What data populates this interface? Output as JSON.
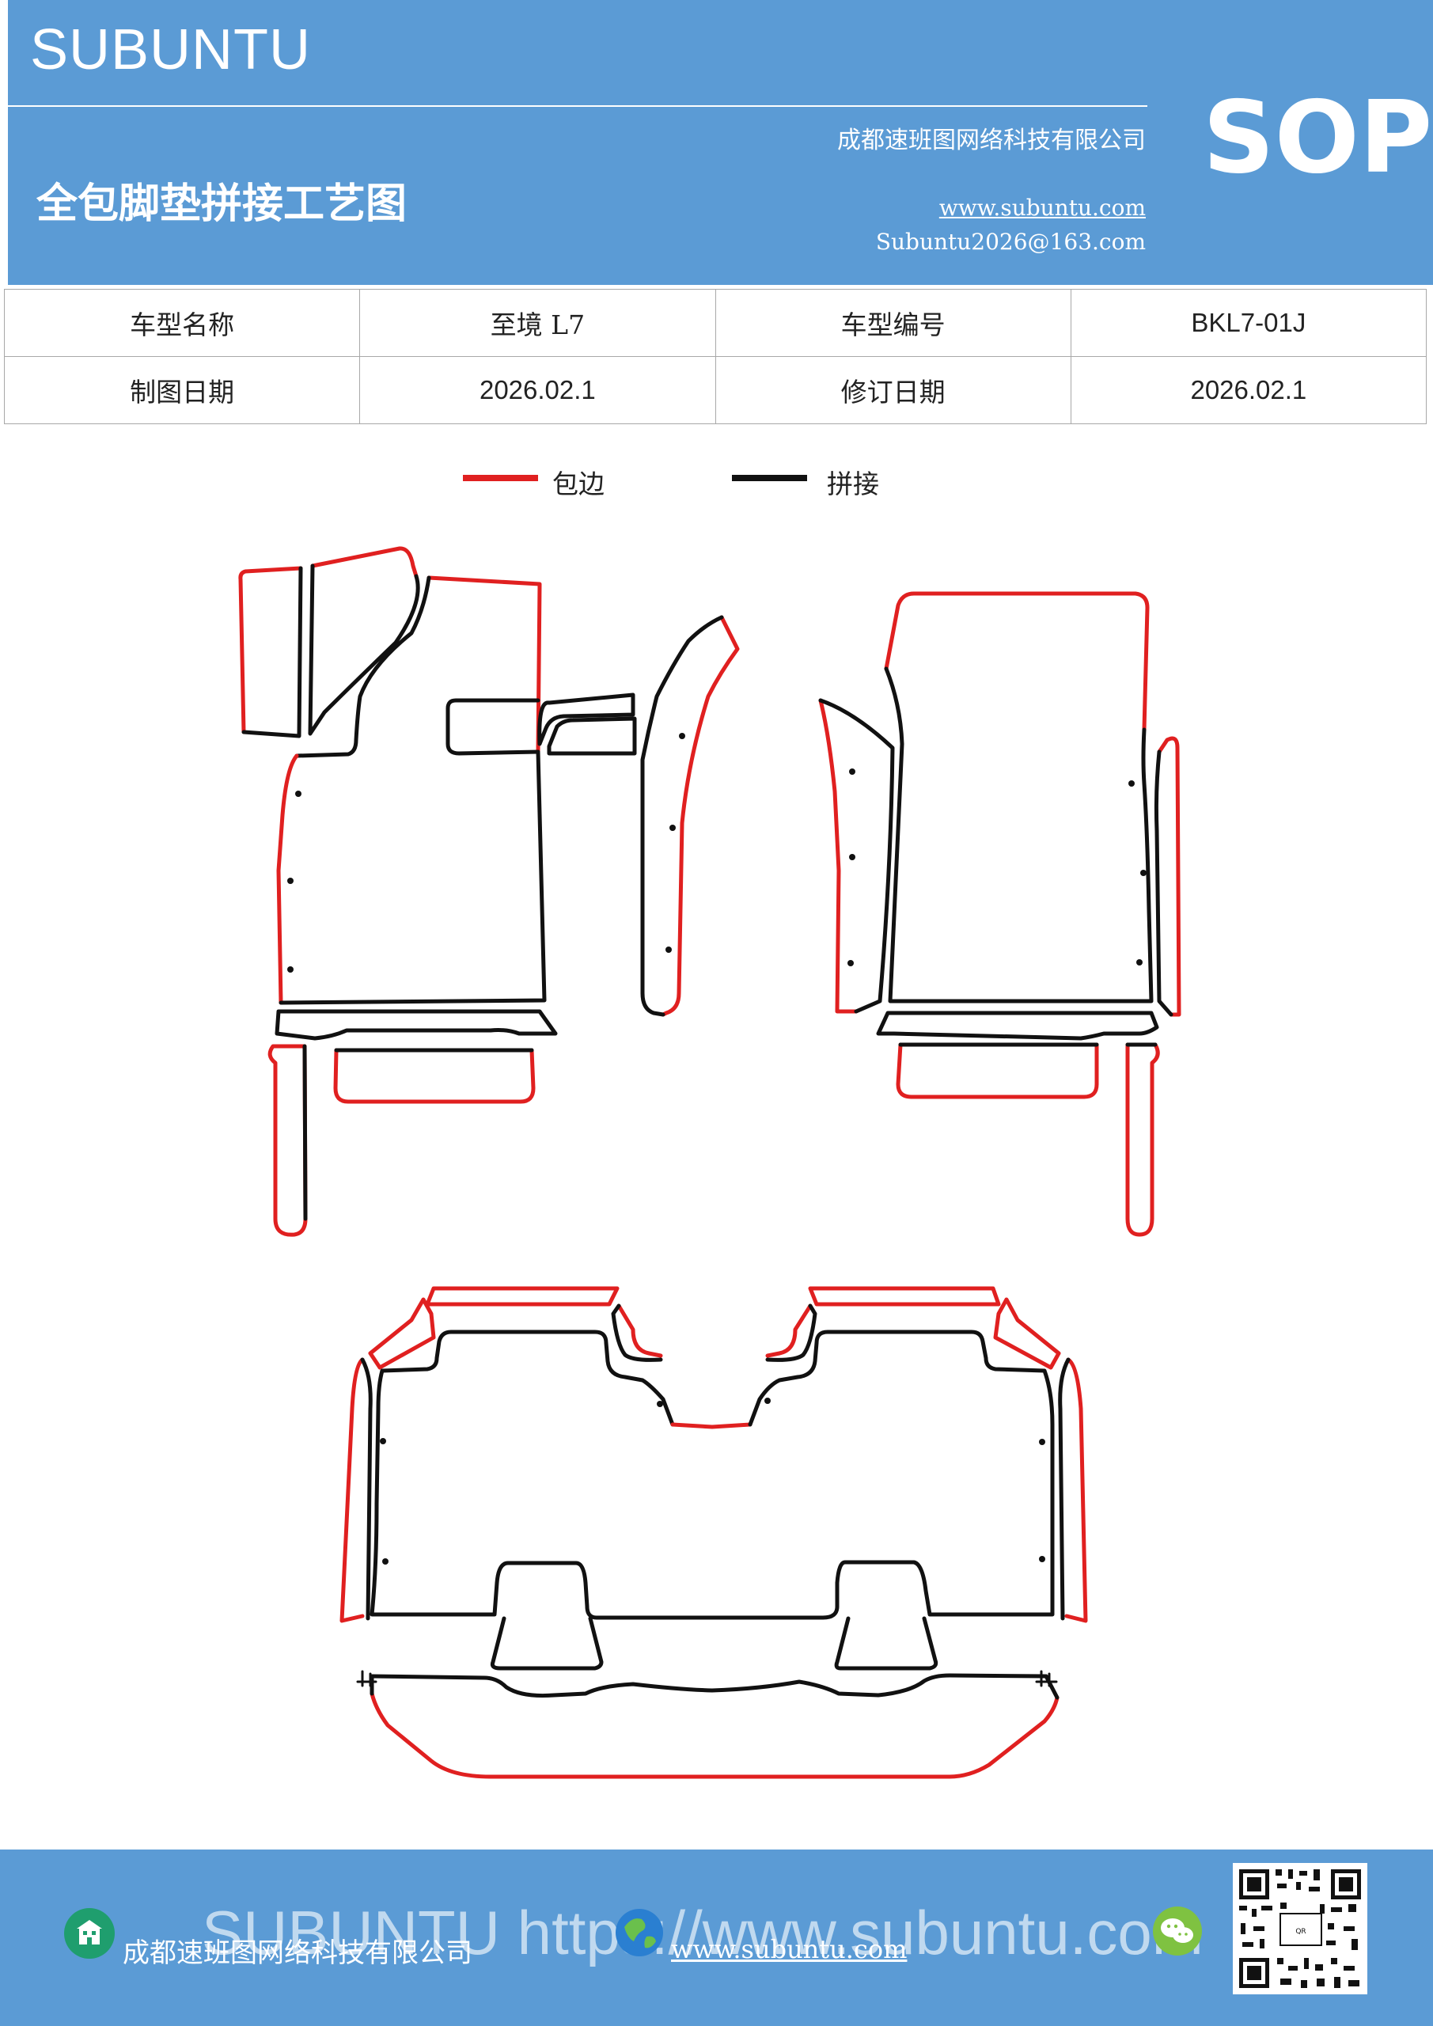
{
  "header": {
    "brand": "SUBUNTU",
    "company": "成都速班图网络科技有限公司",
    "title": "全包脚垫拼接工艺图",
    "website": "www.subuntu.com",
    "email": "Subuntu2026@163.com",
    "badge": "SOP",
    "color": "#5b9bd5"
  },
  "info": {
    "rows": [
      [
        "车型名称",
        "至境 L7",
        "车型编号",
        "BKL7-01J"
      ],
      [
        "制图日期",
        "2026.02.1",
        "修订日期",
        "2026.02.1"
      ]
    ]
  },
  "legend": {
    "edge_label": "包边",
    "edge_color": "#e02020",
    "join_label": "拼接",
    "join_color": "#111111"
  },
  "footer": {
    "watermark": "SUBUNTU https://www.subuntu.com",
    "company": "成都速班图网络科技有限公司",
    "website": "www.subuntu.com",
    "icons": [
      "building-icon",
      "globe-icon",
      "wechat-icon"
    ]
  }
}
